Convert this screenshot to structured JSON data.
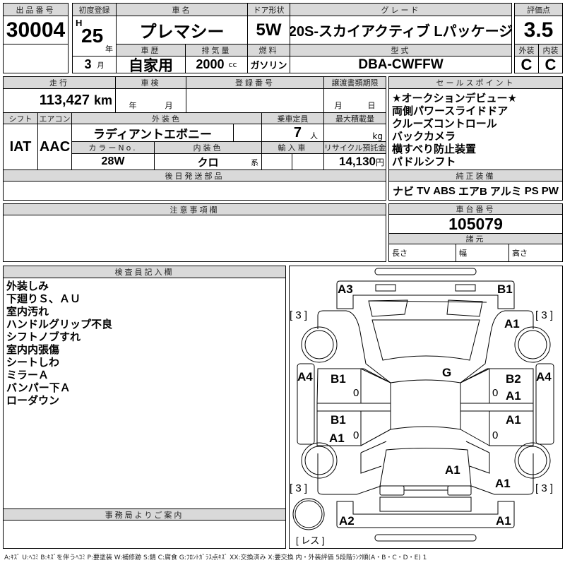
{
  "lot": {
    "label": "出品番号",
    "value": "30004"
  },
  "first_reg": {
    "label": "初度登録",
    "era": "H",
    "year": "25",
    "year_unit": "年",
    "month": "3",
    "month_unit": "月"
  },
  "car_name": {
    "label": "車名",
    "value": "プレマシー"
  },
  "door": {
    "label": "ドア形状",
    "value": "5W"
  },
  "grade": {
    "label": "グレード",
    "value": "20S-スカイアクティブ Lパッケージ"
  },
  "score": {
    "label": "評価点",
    "value": "3.5",
    "ext_label": "外装",
    "int_label": "内装",
    "ext": "C",
    "int": "C"
  },
  "history": {
    "label": "車歴",
    "value": "自家用"
  },
  "displacement": {
    "label": "排気量",
    "value": "2000",
    "unit": "cc"
  },
  "fuel": {
    "label": "燃料",
    "value": "ガソリン"
  },
  "model": {
    "label": "型式",
    "value": "DBA-CWFFW"
  },
  "mileage": {
    "label": "走行",
    "value": "113,427",
    "unit": "km"
  },
  "inspection": {
    "label": "車検",
    "year_unit": "年",
    "month_unit": "月"
  },
  "reg_no": {
    "label": "登録番号"
  },
  "transfer": {
    "label": "譲渡書類期限",
    "month_unit": "月",
    "day_unit": "日"
  },
  "shift": {
    "label": "シフト",
    "value": "IAT"
  },
  "aircon": {
    "label": "エアコン",
    "value": "AAC"
  },
  "ext_color": {
    "label": "外装色",
    "value": "ラディアントエボニー"
  },
  "capacity": {
    "label": "乗車定員",
    "value": "7",
    "unit": "人"
  },
  "max_load": {
    "label": "最大積載量",
    "unit": "kg"
  },
  "color_no": {
    "label": "カラーNo.",
    "value": "28W"
  },
  "int_color": {
    "label": "内装色",
    "value": "クロ",
    "unit": "系"
  },
  "import": {
    "label": "輸入車"
  },
  "recycle": {
    "label": "リサイクル預託金",
    "value": "14,130",
    "unit": "円"
  },
  "later_parts": {
    "label": "後日発送部品"
  },
  "sales_points": {
    "label": "セールスポイント",
    "items": [
      "★オークションデビュー★",
      "両側パワースライドドア",
      "クルーズコントロール",
      "バックカメラ",
      "横すべり防止装置",
      "パドルシフト"
    ]
  },
  "equipment": {
    "label": "純正装備",
    "items": [
      "ナビ",
      "TV",
      "ABS",
      "エアB",
      "アルミ",
      "PS",
      "PW"
    ]
  },
  "notes": {
    "label": "注意事項欄"
  },
  "chassis": {
    "label": "車台番号",
    "value": "105079"
  },
  "specs": {
    "label": "諸元",
    "length": "長さ",
    "width": "幅",
    "height": "高さ"
  },
  "inspector": {
    "label": "検査員記入欄",
    "lines": [
      "外装しみ",
      "下廻りＳ、ＡＵ",
      "室内汚れ",
      "ハンドルグリップ不良",
      "シフトノブすれ",
      "室内内張傷",
      "シートしわ",
      "ミラーＡ",
      "バンパー下Ａ",
      "ローダウン"
    ]
  },
  "office": {
    "label": "事務局よりご案内"
  },
  "diagram": {
    "marks": {
      "front_left": "A3",
      "front_right": "B1",
      "fender_fr": "A1",
      "sill_left": "A4",
      "sill_right": "A4",
      "door_fl": "B1",
      "door_fr_1": "B2",
      "door_fr_2": "A1",
      "door_rl_1": "B1",
      "door_rl_2": "A1",
      "door_rr": "A1",
      "windshield": "G",
      "tailgate": "A1",
      "quarter_rr": "A1",
      "rear_left": "A2",
      "rear_right": "A1",
      "zero": "0"
    },
    "tires": {
      "fl": "[ 3 ]",
      "fr": "[ 3 ]",
      "rl": "[ 3 ]",
      "rr": "[ 3 ]",
      "spare": "[ レス ]"
    }
  },
  "legend": "A:ｷｽﾞ U:ﾍｺﾐ B:ｷｽﾞを伴うﾍｺﾐ P:要塗装 W:補修跡 S:錆 C:腐食 G:ﾌﾛﾝﾄｶﾞﾗｽ点ｷｽﾞ XX:交換済み X:要交換 内・外装評価 5段階ﾗﾝｸ順(A・B・C・D・E) 1"
}
